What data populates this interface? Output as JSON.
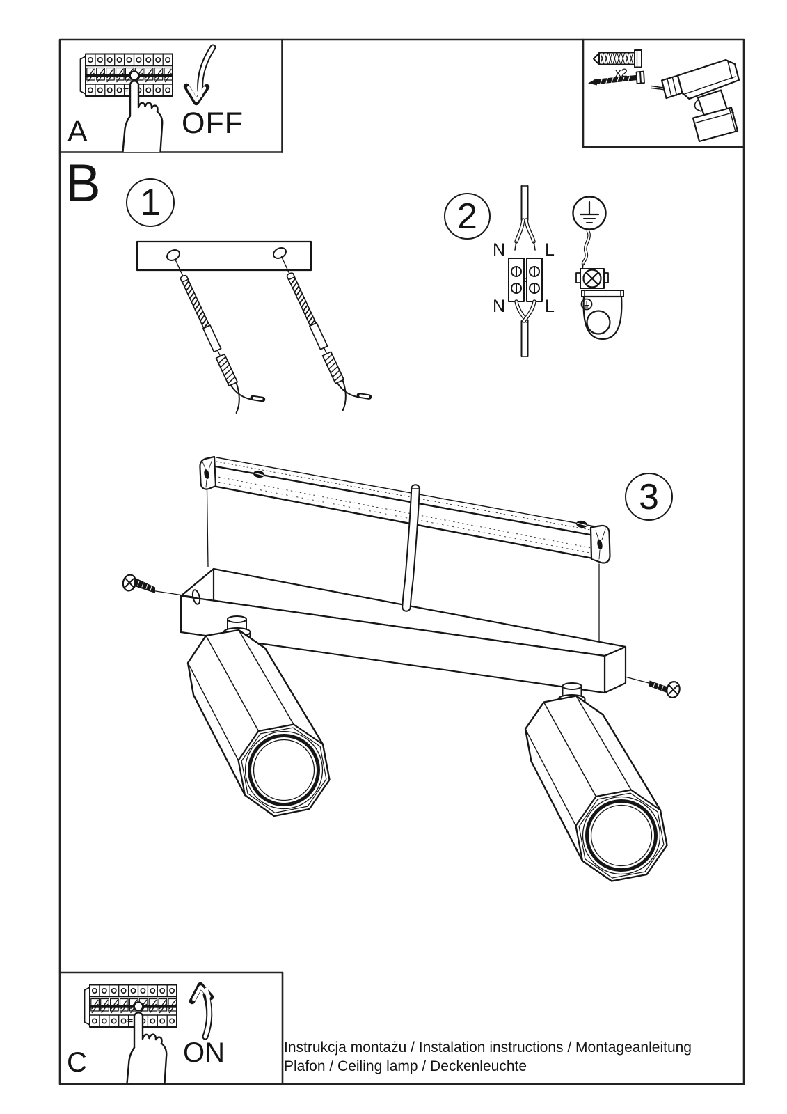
{
  "sections": {
    "a": {
      "label": "A",
      "action": "OFF"
    },
    "b": {
      "label": "B"
    },
    "c": {
      "label": "C",
      "action": "ON"
    }
  },
  "steps": {
    "one": "1",
    "two": "2",
    "three": "3"
  },
  "parts": {
    "anchor_quantity": "x2"
  },
  "wiring": {
    "neutral_top": "N",
    "live_top": "L",
    "neutral_bottom": "N",
    "live_bottom": "L"
  },
  "footer": {
    "line1": "Instrukcja montażu / Instalation instructions / Montageanleitung",
    "line2": "Plafon / Ceiling lamp / Deckenleuchte"
  }
}
